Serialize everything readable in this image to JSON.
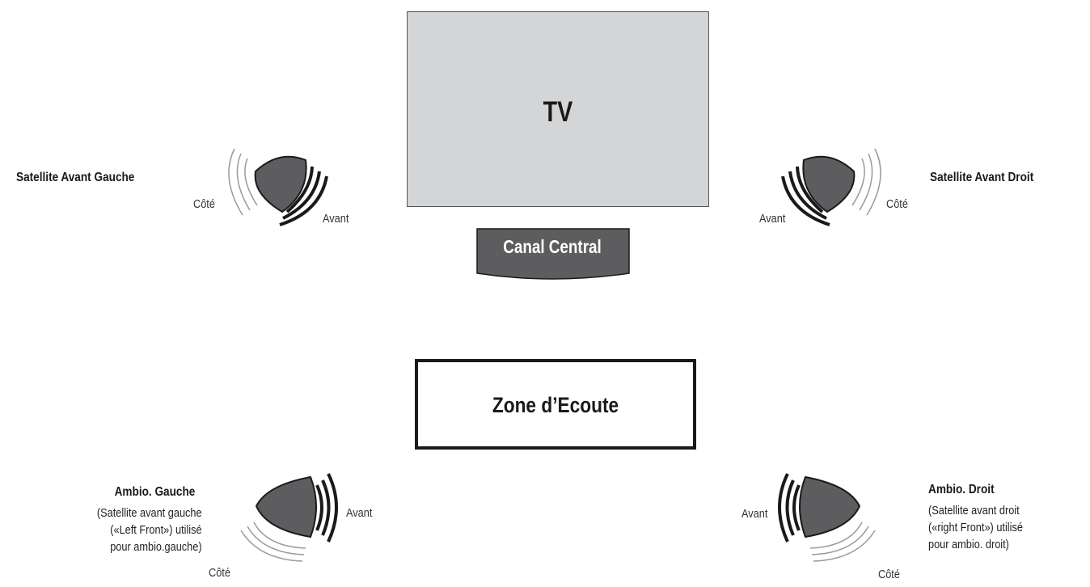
{
  "tv": {
    "label": "TV"
  },
  "center_channel": {
    "label": "Canal Central"
  },
  "listening_zone": {
    "label": "Zone d’Ecoute"
  },
  "speakers": {
    "front_left": {
      "title": "Satellite Avant Gauche",
      "side": "Côté",
      "front": "Avant"
    },
    "front_right": {
      "title": "Satellite Avant Droit",
      "side": "Côté",
      "front": "Avant"
    },
    "surround_left": {
      "title": "Ambio. Gauche",
      "note_lines": [
        "(Satellite avant gauche",
        "(«Left Front») utilisé",
        "pour ambio.gauche)"
      ],
      "side": "Côté",
      "front": "Avant"
    },
    "surround_right": {
      "title": "Ambio. Droit",
      "note_lines": [
        "(Satellite avant droit",
        "(«right Front») utilisé",
        "pour ambio. droit)"
      ],
      "side": "Côté",
      "front": "Avant"
    }
  },
  "colors": {
    "speaker": "#5d5d5f",
    "tv_screen": "#d4d5d6",
    "outline": "#1a1a1a",
    "side_waves": "#9a9a9a"
  }
}
